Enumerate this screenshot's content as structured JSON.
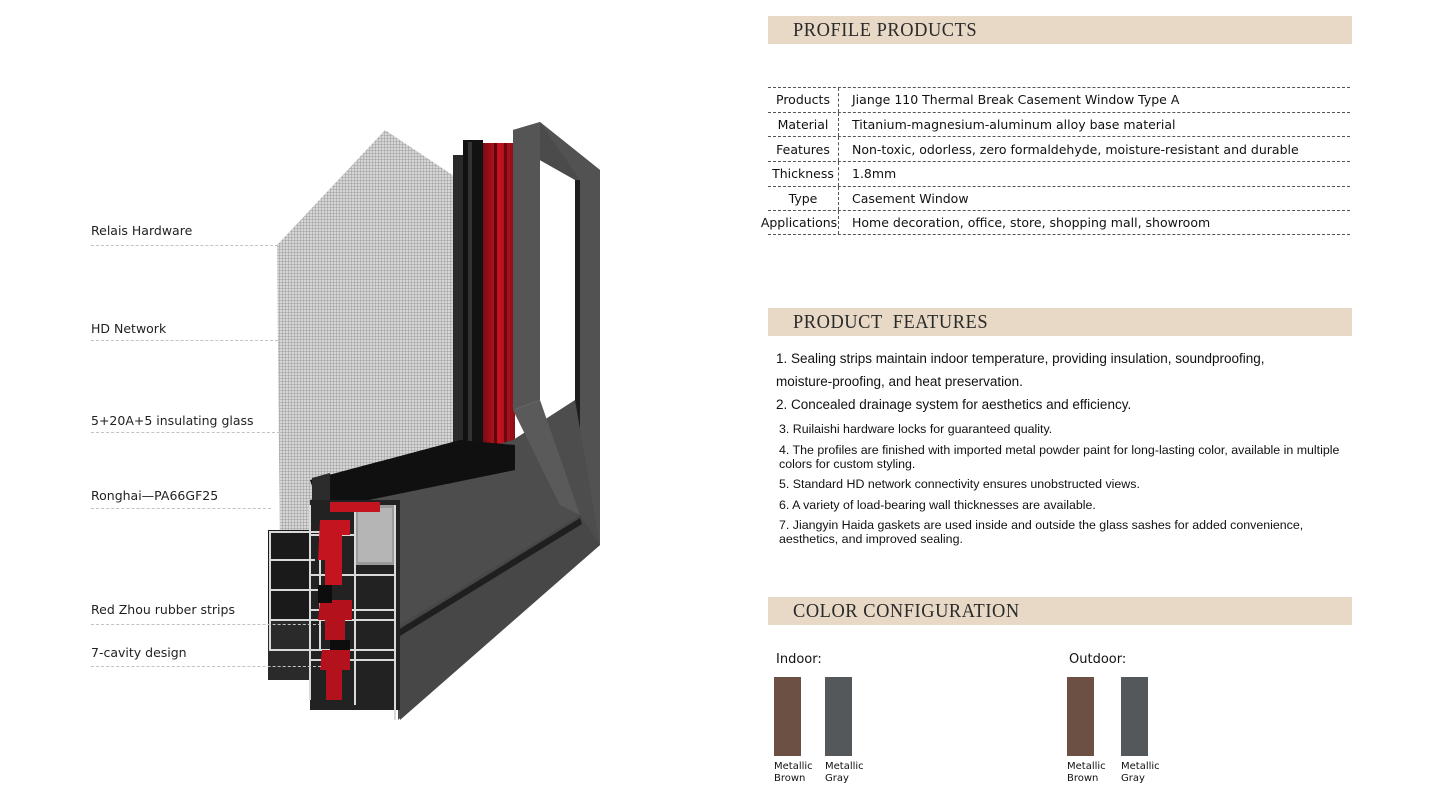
{
  "diagram": {
    "callouts": [
      {
        "label": "Relais Hardware"
      },
      {
        "label": "HD Network"
      },
      {
        "label": "5+20A+5 insulating glass"
      },
      {
        "label": "Ronghai—PA66GF25"
      },
      {
        "label": "Red Zhou rubber strips"
      },
      {
        "label": "7-cavity design"
      }
    ]
  },
  "profile_products": {
    "title": "PROFILE PRODUCTS",
    "rows": [
      {
        "key": "Products",
        "value": "Jiange 110 Thermal Break Casement Window Type A"
      },
      {
        "key": "Material",
        "value": "Titanium-magnesium-aluminum alloy base material"
      },
      {
        "key": "Features",
        "value": "Non-toxic, odorless, zero formaldehyde, moisture-resistant and durable"
      },
      {
        "key": "Thickness",
        "value": "1.8mm"
      },
      {
        "key": "Type",
        "value": "Casement Window"
      },
      {
        "key": "Applications",
        "value": "Home decoration, office, store, shopping mall, showroom"
      }
    ]
  },
  "product_features": {
    "title": "PRODUCT  FEATURES",
    "items": [
      "1. Sealing strips maintain indoor temperature, providing insulation, soundproofing, moisture-proofing, and heat preservation.",
      "2. Concealed drainage system for aesthetics and efficiency.",
      "3. Ruilaishi hardware locks for guaranteed quality.",
      "4. The profiles are finished with imported metal powder paint for long-lasting color, available in multiple colors for custom styling.",
      "5. Standard HD network connectivity ensures unobstructed views.",
      "6. A variety of load-bearing wall thicknesses are available.",
      "7. Jiangyin Haida gaskets are used inside and outside the glass sashes for added convenience, aesthetics, and improved sealing."
    ]
  },
  "color_configuration": {
    "title": "COLOR CONFIGURATION",
    "groups": [
      {
        "label": "Indoor:",
        "swatches": [
          {
            "line1": "Metallic",
            "line2": "Brown",
            "color": "#6b5043"
          },
          {
            "line1": "Metallic",
            "line2": "Gray",
            "color": "#54585b"
          }
        ]
      },
      {
        "label": "Outdoor:",
        "swatches": [
          {
            "line1": "Metallic",
            "line2": "Brown",
            "color": "#6b5043"
          },
          {
            "line1": "Metallic",
            "line2": "Gray",
            "color": "#54585b"
          }
        ]
      }
    ]
  },
  "colors": {
    "header_band": "#e8d8c6",
    "frame_gray": "#4f4f4f",
    "gasket_red": "#b3121d"
  }
}
